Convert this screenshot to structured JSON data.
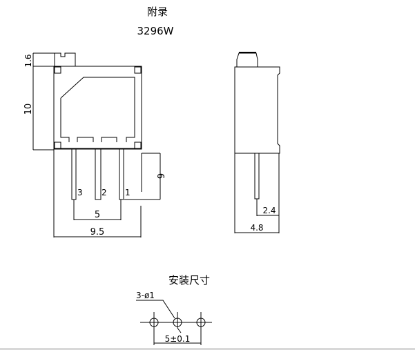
{
  "title": "附录",
  "model": "3296W",
  "front_view": {
    "dim_knob_height": "1.6",
    "dim_body_height": "10",
    "dim_pin_length": "6",
    "dim_pin_pitch": "5",
    "dim_width": "9.5",
    "pin_labels": [
      "3",
      "2",
      "1"
    ]
  },
  "side_view": {
    "dim_pin_offset": "2.4",
    "dim_depth": "4.8"
  },
  "mounting": {
    "title": "安装尺寸",
    "hole_label": "3-ø1",
    "pitch_label": "5±0.1"
  }
}
